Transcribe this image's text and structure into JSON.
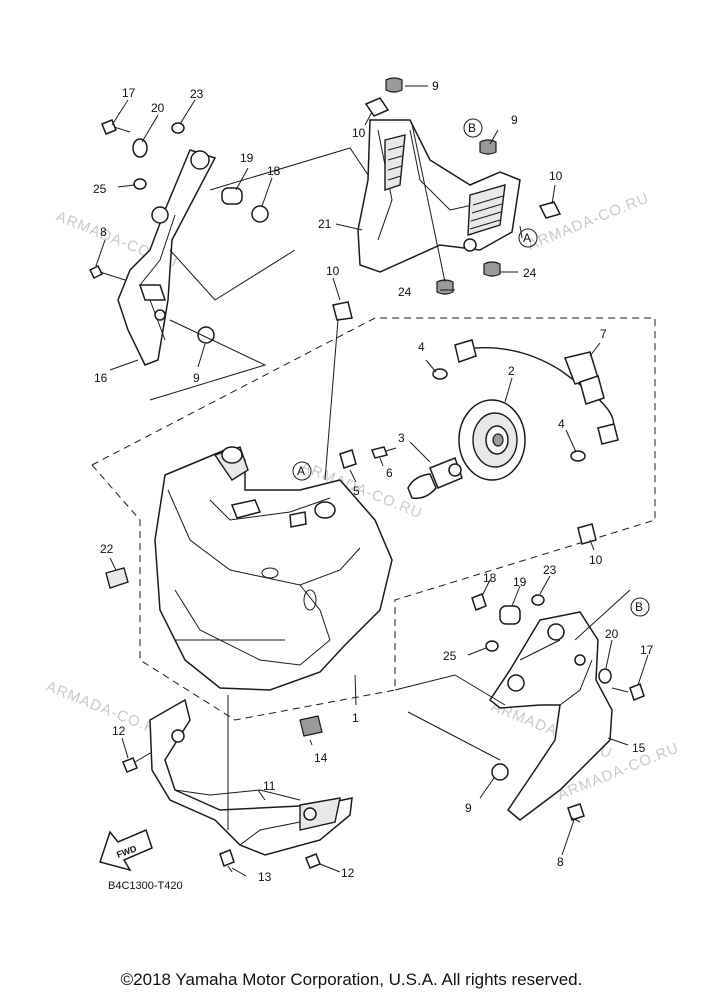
{
  "callouts": {
    "c1": "1",
    "c2": "2",
    "c3": "3",
    "c4a": "4",
    "c4b": "4",
    "c5": "5",
    "c6": "6",
    "c7": "7",
    "c8a": "8",
    "c8b": "8",
    "c9a": "9",
    "c9b": "9",
    "c9c": "9",
    "c9d": "9",
    "c10a": "10",
    "c10b": "10",
    "c10c": "10",
    "c10d": "10",
    "c11": "11",
    "c12a": "12",
    "c12b": "12",
    "c13": "13",
    "c14": "14",
    "c15": "15",
    "c16": "16",
    "c17a": "17",
    "c17b": "17",
    "c18a": "18",
    "c18b": "18",
    "c19a": "19",
    "c19b": "19",
    "c20a": "20",
    "c20b": "20",
    "c21": "21",
    "c22": "22",
    "c23a": "23",
    "c23b": "23",
    "c24a": "24",
    "c24b": "24",
    "c25a": "25",
    "c25b": "25"
  },
  "ref_marks": {
    "a1": "A",
    "a2": "A",
    "b1": "B",
    "b2": "B"
  },
  "watermark": "ARMADA-CO.RU",
  "fwd_label": "FWD",
  "diagram_code": "B4C1300-T420",
  "copyright": "©2018 Yamaha Motor Corporation, U.S.A. All rights reserved."
}
